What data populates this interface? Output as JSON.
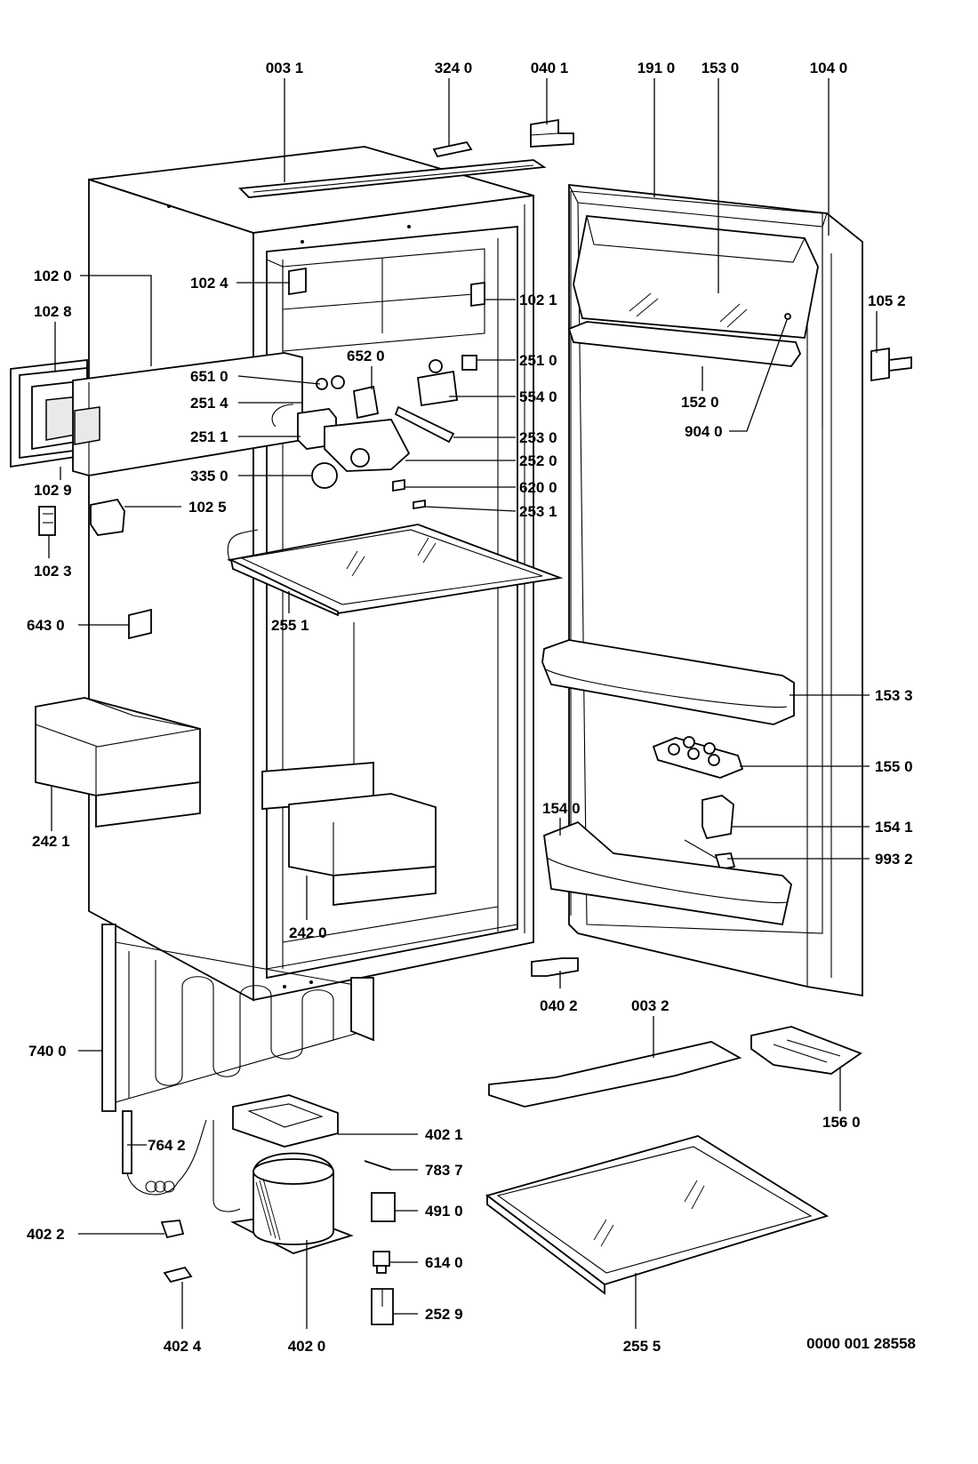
{
  "labels": [
    {
      "id": "003-1",
      "text": "003 1"
    },
    {
      "id": "324-0",
      "text": "324 0"
    },
    {
      "id": "040-1",
      "text": "040 1"
    },
    {
      "id": "191-0",
      "text": "191 0"
    },
    {
      "id": "153-0",
      "text": "153 0"
    },
    {
      "id": "104-0",
      "text": "104 0"
    },
    {
      "id": "102-0",
      "text": "102 0"
    },
    {
      "id": "102-8",
      "text": "102 8"
    },
    {
      "id": "102-4",
      "text": "102 4"
    },
    {
      "id": "102-1",
      "text": "102 1"
    },
    {
      "id": "105-2",
      "text": "105 2"
    },
    {
      "id": "651-0",
      "text": "651 0"
    },
    {
      "id": "652-0",
      "text": "652 0"
    },
    {
      "id": "251-0",
      "text": "251 0"
    },
    {
      "id": "251-4",
      "text": "251 4"
    },
    {
      "id": "554-0",
      "text": "554 0"
    },
    {
      "id": "152-0",
      "text": "152 0"
    },
    {
      "id": "251-1",
      "text": "251 1"
    },
    {
      "id": "253-0",
      "text": "253 0"
    },
    {
      "id": "904-0",
      "text": "904 0"
    },
    {
      "id": "252-0",
      "text": "252 0"
    },
    {
      "id": "102-9",
      "text": "102 9"
    },
    {
      "id": "335-0",
      "text": "335 0"
    },
    {
      "id": "620-0",
      "text": "620 0"
    },
    {
      "id": "102-5",
      "text": "102 5"
    },
    {
      "id": "253-1",
      "text": "253 1"
    },
    {
      "id": "102-3",
      "text": "102 3"
    },
    {
      "id": "643-0",
      "text": "643 0"
    },
    {
      "id": "255-1",
      "text": "255 1"
    },
    {
      "id": "153-3",
      "text": "153 3"
    },
    {
      "id": "155-0",
      "text": "155 0"
    },
    {
      "id": "154-0",
      "text": "154 0"
    },
    {
      "id": "154-1",
      "text": "154 1"
    },
    {
      "id": "242-1",
      "text": "242 1"
    },
    {
      "id": "993-2",
      "text": "993 2"
    },
    {
      "id": "242-0",
      "text": "242 0"
    },
    {
      "id": "040-2",
      "text": "040 2"
    },
    {
      "id": "003-2",
      "text": "003 2"
    },
    {
      "id": "740-0",
      "text": "740 0"
    },
    {
      "id": "156-0",
      "text": "156 0"
    },
    {
      "id": "764-2",
      "text": "764 2"
    },
    {
      "id": "402-1",
      "text": "402 1"
    },
    {
      "id": "783-7",
      "text": "783 7"
    },
    {
      "id": "491-0",
      "text": "491 0"
    },
    {
      "id": "402-2",
      "text": "402 2"
    },
    {
      "id": "614-0",
      "text": "614 0"
    },
    {
      "id": "252-9",
      "text": "252 9"
    },
    {
      "id": "402-4",
      "text": "402 4"
    },
    {
      "id": "402-0",
      "text": "402 0"
    },
    {
      "id": "255-5",
      "text": "255 5"
    }
  ],
  "drawing_number": "0000 001 28558"
}
